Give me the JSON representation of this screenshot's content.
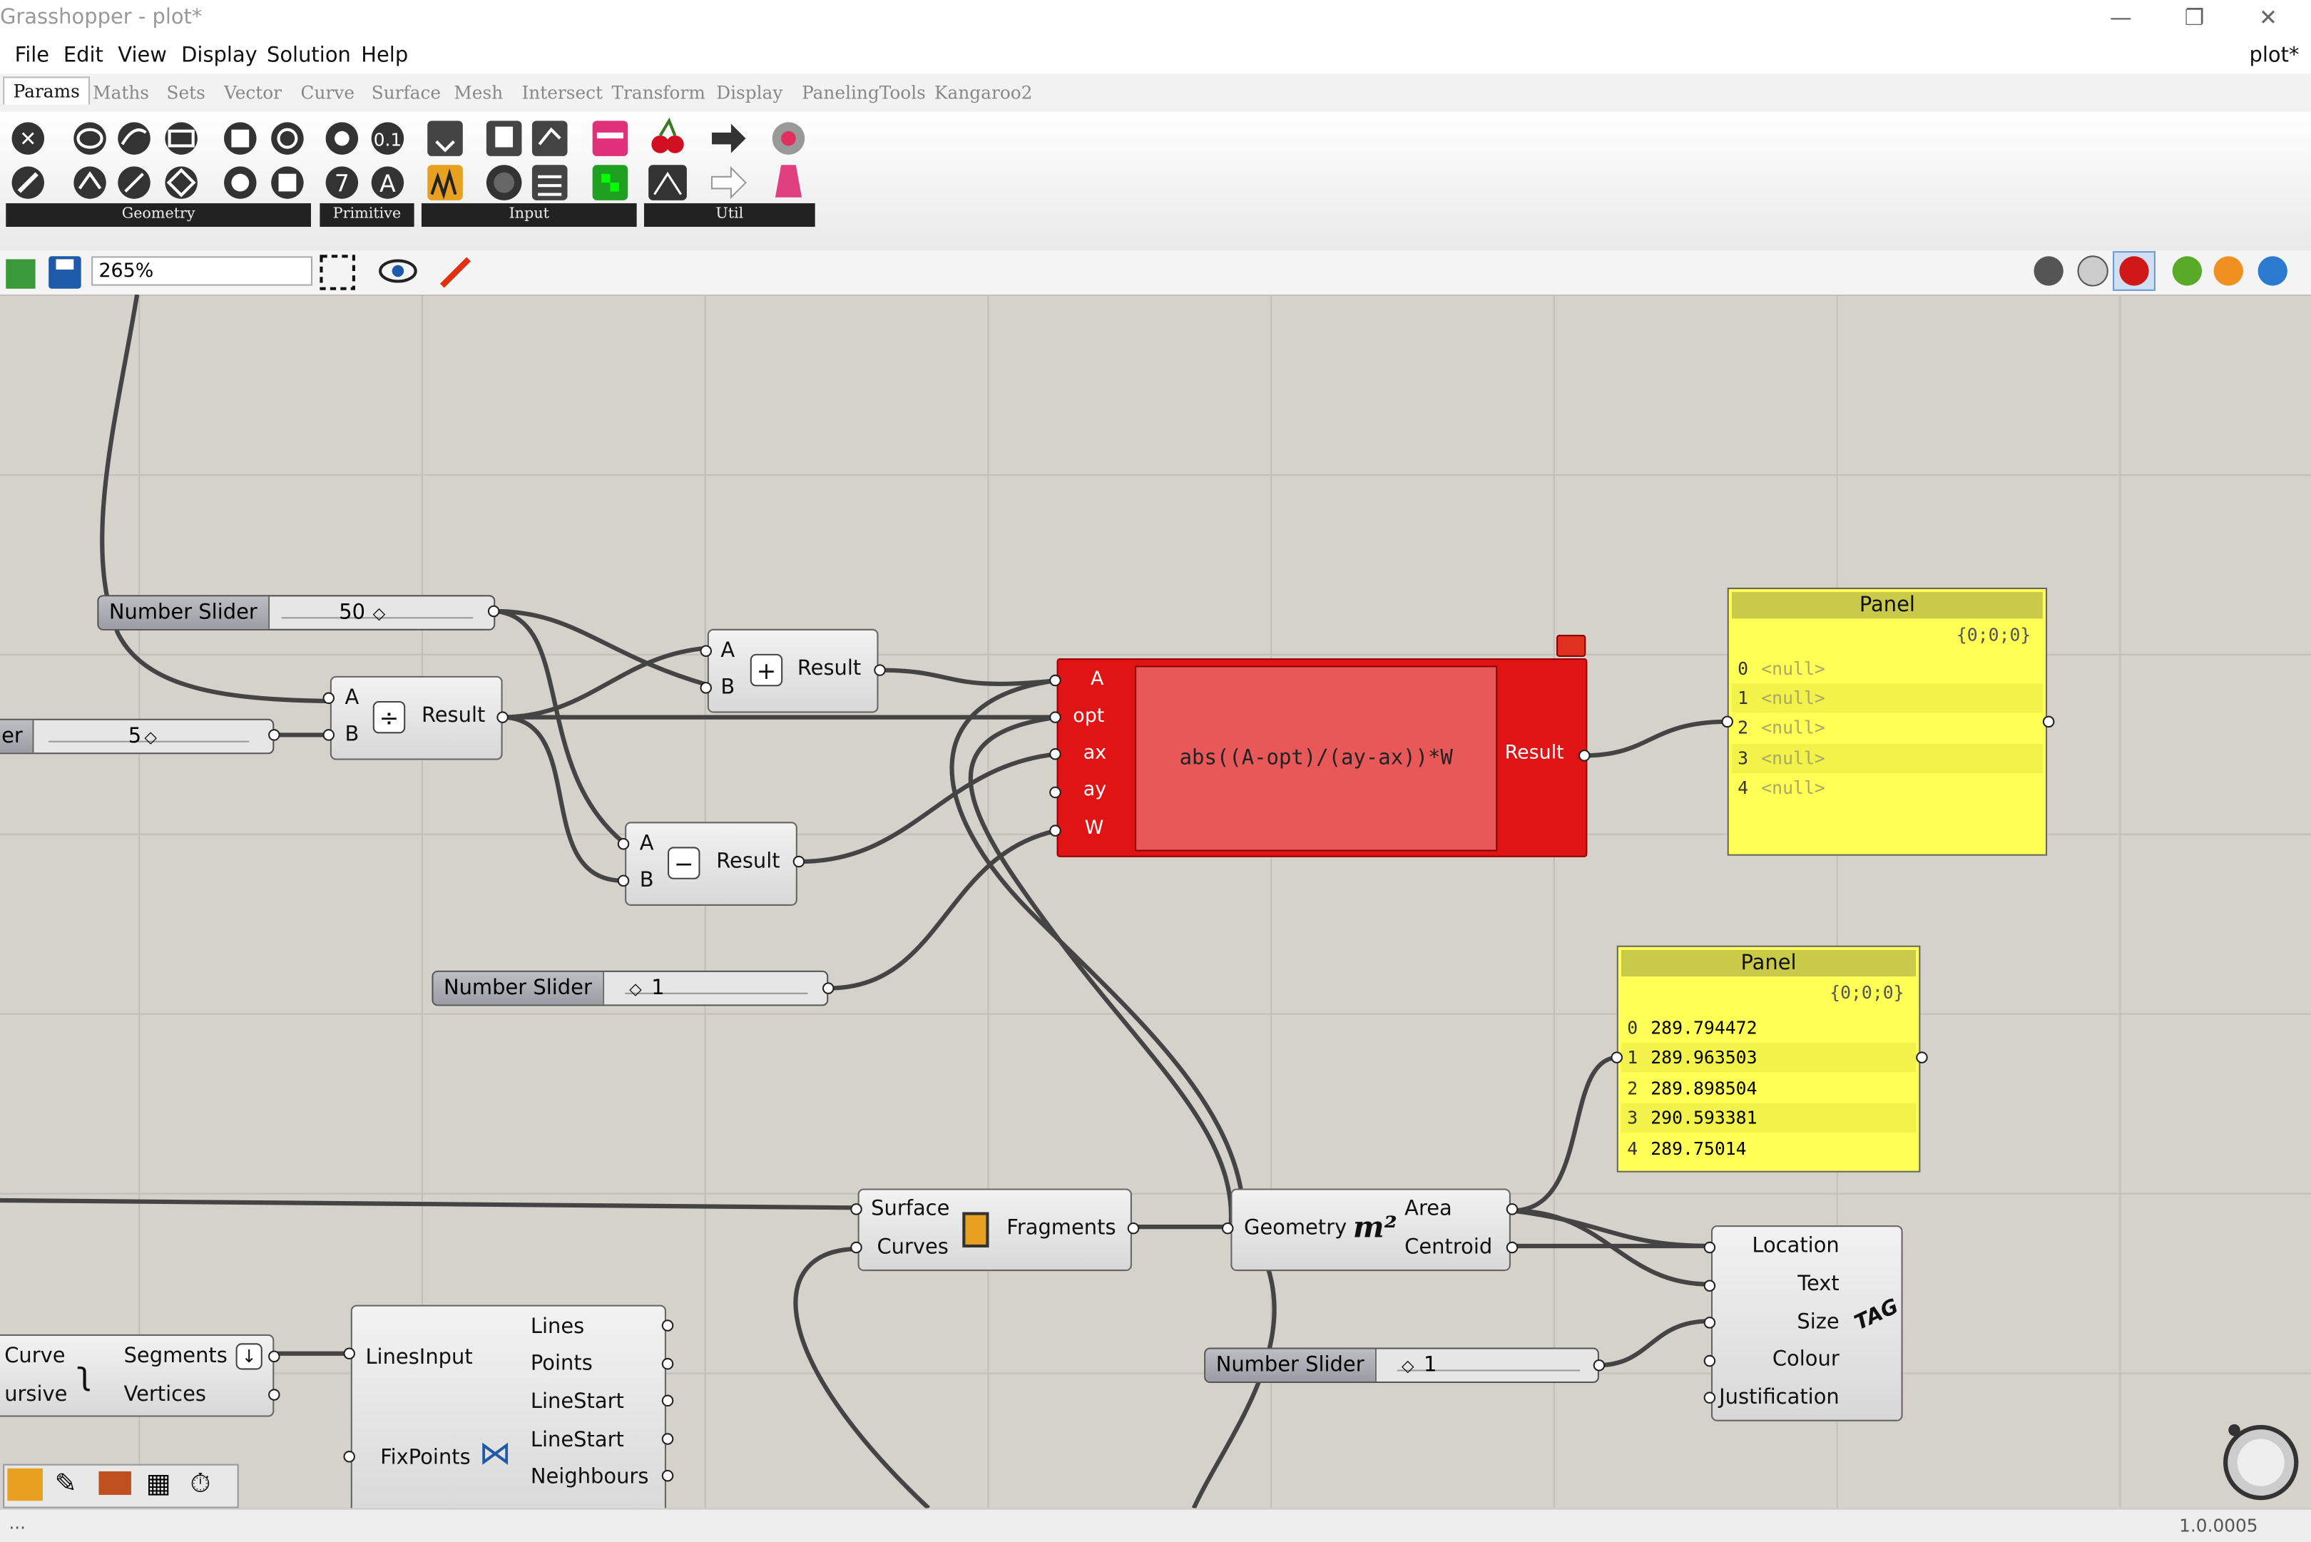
{
  "window": {
    "title": "Grasshopper - plot*",
    "doc_name": "plot*",
    "minimize": "—",
    "restore": "❐",
    "close": "✕"
  },
  "menu": [
    "File",
    "Edit",
    "View",
    "Display",
    "Solution",
    "Help"
  ],
  "tabs": [
    "Params",
    "Maths",
    "Sets",
    "Vector",
    "Curve",
    "Surface",
    "Mesh",
    "Intersect",
    "Transform",
    "Display",
    "PanelingTools",
    "Kangaroo2"
  ],
  "ribbon_groups": [
    "Geometry",
    "Primitive",
    "Input",
    "Util"
  ],
  "toolbar": {
    "zoom": "265%"
  },
  "components": {
    "slider_top": {
      "name": "Number Slider",
      "value": "50"
    },
    "slider_left": {
      "name": "er",
      "value": "5"
    },
    "slider_w": {
      "name": "Number Slider",
      "value": "1"
    },
    "slider_size": {
      "name": "Number Slider",
      "value": "1"
    },
    "divide": {
      "in_a": "A",
      "in_b": "B",
      "out": "Result"
    },
    "add": {
      "in_a": "A",
      "in_b": "B",
      "out": "Result"
    },
    "subtract": {
      "in_a": "A",
      "in_b": "B",
      "out": "Result"
    },
    "expression": {
      "inputs": [
        "A",
        "opt",
        "ax",
        "ay",
        "W"
      ],
      "formula": "abs((A-opt)/(ay-ax))*W",
      "out": "Result"
    },
    "split": {
      "in1": "Surface",
      "in2": "Curves",
      "out": "Fragments"
    },
    "area": {
      "in": "Geometry",
      "out1": "Area",
      "out2": "Centroid"
    },
    "tag": {
      "inputs": [
        "Location",
        "Text",
        "Size",
        "Colour",
        "Justification"
      ],
      "icon_text": "TAG"
    },
    "segments": {
      "in1": "Curve",
      "in2": "ursive",
      "out1": "Segments",
      "out2": "Vertices"
    },
    "lines_input": {
      "in1": "LinesInput",
      "in2": "FixPoints",
      "outputs": [
        "Lines",
        "Points",
        "LineStart",
        "LineStart",
        "Neighbours"
      ]
    }
  },
  "panels": {
    "panel1": {
      "title": "Panel",
      "path": "{0;0;0}",
      "rows": [
        {
          "i": "0",
          "v": "<null>"
        },
        {
          "i": "1",
          "v": "<null>"
        },
        {
          "i": "2",
          "v": "<null>"
        },
        {
          "i": "3",
          "v": "<null>"
        },
        {
          "i": "4",
          "v": "<null>"
        }
      ]
    },
    "panel2": {
      "title": "Panel",
      "path": "{0;0;0}",
      "rows": [
        {
          "i": "0",
          "v": "289.794472"
        },
        {
          "i": "1",
          "v": "289.963503"
        },
        {
          "i": "2",
          "v": "289.898504"
        },
        {
          "i": "3",
          "v": "290.593381"
        },
        {
          "i": "4",
          "v": "289.75014"
        }
      ]
    }
  },
  "status": {
    "version": "1.0.0005",
    "left": "..."
  },
  "colors": {
    "canvas": "#d5d1cb",
    "error": "#e01414",
    "panel": "#ffff55"
  }
}
